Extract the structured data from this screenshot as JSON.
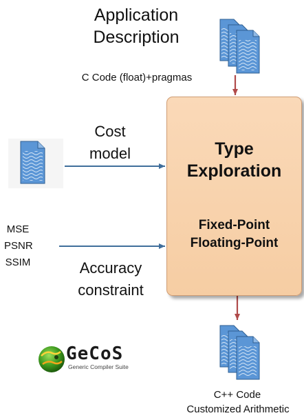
{
  "top_label": {
    "line1": "Application",
    "line2": "Description"
  },
  "input_code": "C Code (float)+pragmas",
  "cost_model": {
    "line1": "Cost",
    "line2": "model"
  },
  "core": {
    "line1": "Type",
    "line2": "Exploration",
    "line3": "Fixed-Point",
    "line4": "Floating-Point"
  },
  "metrics": [
    "MSE",
    "PSNR",
    "SSIM"
  ],
  "accuracy": {
    "line1": "Accuracy",
    "line2": "constraint"
  },
  "logo": {
    "name": "GeCoS",
    "subtitle": "Generic Compiler Suite"
  },
  "output": {
    "line1": "C++ Code",
    "line2": "Customized Arithmetic"
  },
  "colors": {
    "core_fill": "#f6cda3",
    "arrow_blue": "#3f6e9b",
    "arrow_red": "#b04a4a",
    "doc_blue": "#5b96d6"
  },
  "icons": [
    "document-stack-icon",
    "document-icon",
    "gecos-logo-icon"
  ]
}
